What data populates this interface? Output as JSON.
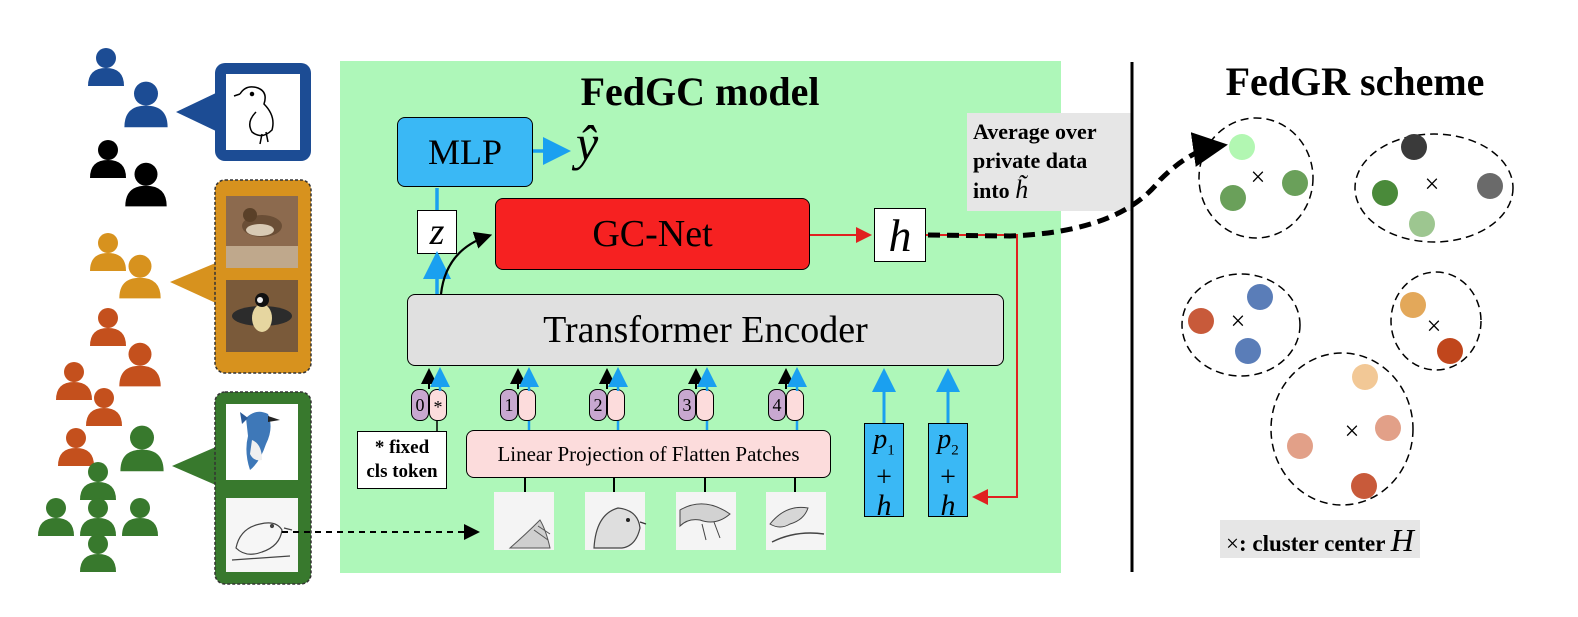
{
  "model": {
    "title": "FedGC model",
    "mlp": "MLP",
    "y_hat": "ŷ",
    "z": "z",
    "gc_net": "GC-Net",
    "h": "h",
    "encoder": "Transformer Encoder",
    "projection": "Linear Projection of Flatten Patches",
    "cls_note_line1": "* fixed",
    "cls_note_line2": "cls token",
    "tokens": [
      {
        "index": "0",
        "mark": "*"
      },
      {
        "index": "1",
        "mark": ""
      },
      {
        "index": "2",
        "mark": ""
      },
      {
        "index": "3",
        "mark": ""
      },
      {
        "index": "4",
        "mark": ""
      }
    ],
    "p1": {
      "p": "p",
      "sub": "1",
      "plus": "+",
      "h": "h"
    },
    "p2": {
      "p": "p",
      "sub": "2",
      "plus": "+",
      "h": "h"
    }
  },
  "average": {
    "line1": "Average over",
    "line2": "private data",
    "line3": "into",
    "symbol": "h̃"
  },
  "scheme": {
    "title": "FedGR scheme",
    "legend_mark": "×",
    "legend_text": ": cluster center ",
    "legend_symbol": "H",
    "center_mark": "×"
  },
  "colors": {
    "model_bg": "#aef7b9",
    "mlp": "#3ab8f5",
    "gc_net": "#f62121",
    "encoder": "#e0e0e0",
    "projection": "#fcdcdc",
    "token": "#c8a8d0",
    "blue_user": "#1c4c94",
    "black_user": "#000000",
    "orange_user": "#d7921e",
    "rust_user": "#c4501d",
    "green_user": "#38792d"
  }
}
